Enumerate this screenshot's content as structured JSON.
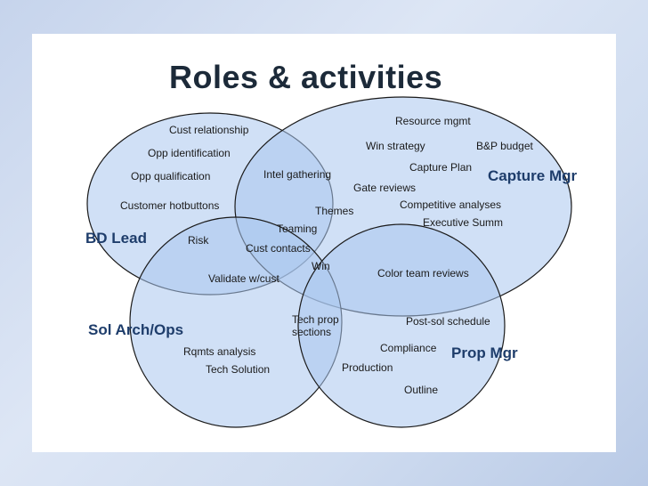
{
  "title": "Roles & activities",
  "colors": {
    "circle_fill": "#a9c6ee",
    "circle_stroke": "#1a1a1a",
    "role_text": "#1e3d6b"
  },
  "roles": {
    "bd_lead": "BD Lead",
    "capture_mgr": "Capture Mgr",
    "sol_arch_ops": "Sol Arch/Ops",
    "prop_mgr": "Prop Mgr"
  },
  "activities": {
    "cust_relationship": "Cust relationship",
    "opp_identification": "Opp identification",
    "opp_qualification": "Opp qualification",
    "customer_hotbuttons": "Customer hotbuttons",
    "risk": "Risk",
    "intel_gathering": "Intel gathering",
    "resource_mgmt": "Resource mgmt",
    "win_strategy": "Win strategy",
    "bp_budget": "B&P budget",
    "capture_plan": "Capture Plan",
    "gate_reviews": "Gate reviews",
    "competitive_analyses": "Competitive analyses",
    "themes": "Themes",
    "executive_summ": "Executive Summ",
    "teaming": "Teaming",
    "cust_contacts": "Cust contacts",
    "win": "Win",
    "validate_w_cust": "Validate w/cust",
    "color_team_reviews": "Color team reviews",
    "tech_prop_sections": "Tech prop sections",
    "post_sol_schedule": "Post-sol schedule",
    "rqmts_analysis": "Rqmts analysis",
    "compliance": "Compliance",
    "tech_solution": "Tech Solution",
    "production": "Production",
    "outline": "Outline"
  }
}
